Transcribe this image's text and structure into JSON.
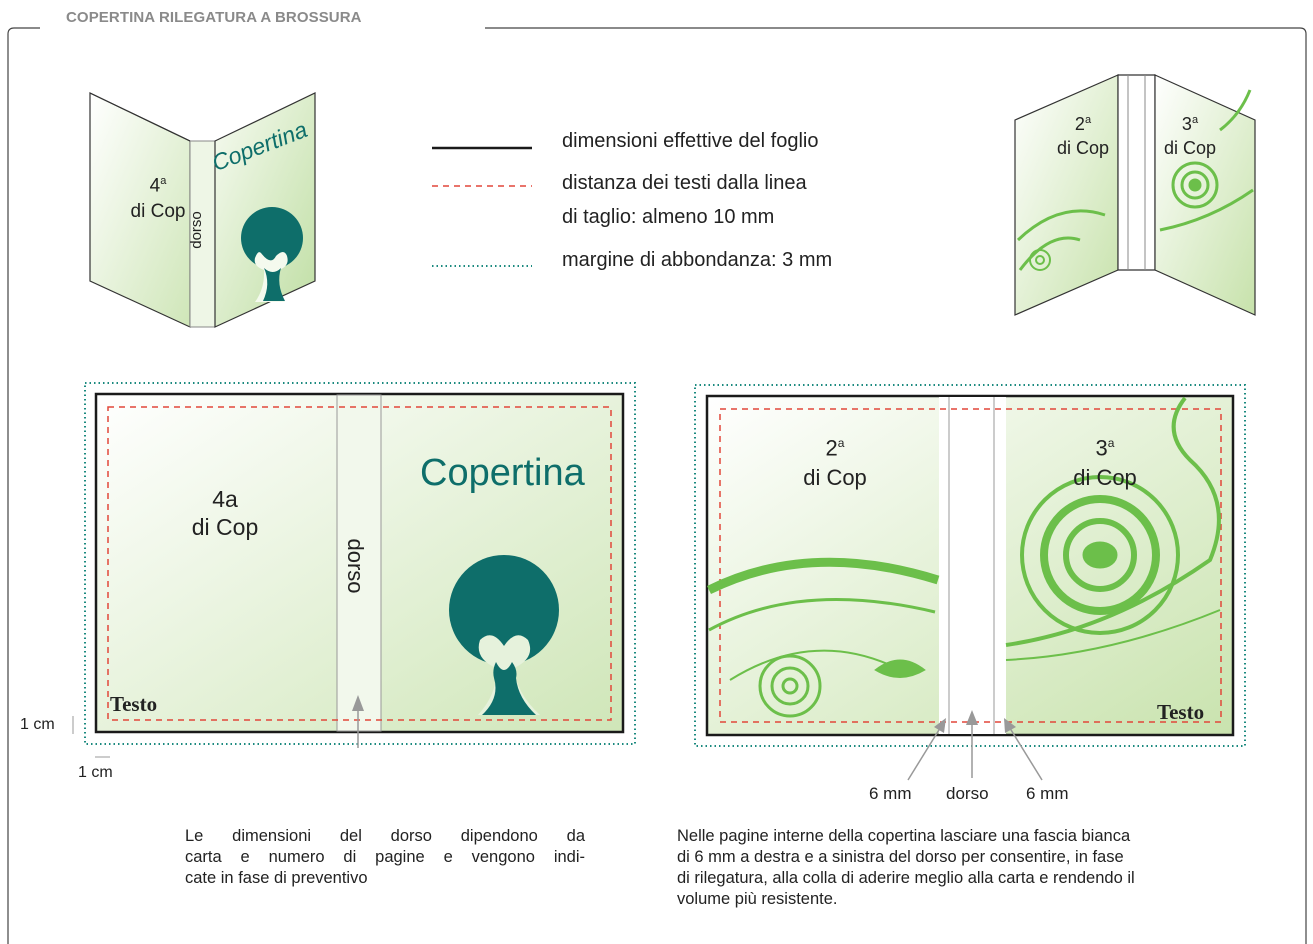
{
  "title": "COPERTINA RILEGATURA A BROSSURA",
  "legend": {
    "solid": "dimensioni effettive del foglio",
    "dashed_line1": "distanza dei testi dalla linea",
    "dashed_line2": "di taglio: almeno 10 mm",
    "dotted": "margine di abbondanza: 3 mm"
  },
  "small_cover": {
    "back_label_1": "4",
    "back_label_sup": "a",
    "back_label_2": "di Cop",
    "spine": "dorso",
    "front_title": "Copertina"
  },
  "small_inside": {
    "left_1": "2",
    "left_sup": "a",
    "left_2": "di Cop",
    "right_1": "3",
    "right_sup": "a",
    "right_2": "di Cop"
  },
  "flat_cover": {
    "back_label_1": "4a",
    "back_label_2": "di Cop",
    "spine": "dorso",
    "front_title": "Copertina",
    "text_label": "Testo",
    "margin_v": "1 cm",
    "margin_h": "1 cm"
  },
  "flat_inside": {
    "left_1": "2",
    "left_sup": "a",
    "left_2": "di Cop",
    "right_1": "3",
    "right_sup": "a",
    "right_2": "di Cop",
    "text_label": "Testo",
    "measure_left": "6 mm",
    "measure_center": "dorso",
    "measure_right": "6 mm"
  },
  "notes": {
    "spine": "Le dimensioni del dorso dipendono da carta e numero di pagine e vengono indi-cate in fase di preventivo",
    "spine_lines": [
      "Le dimensioni del dorso dipendono da",
      "carta e numero di pagine e vengono indi-",
      "cate in fase di preventivo"
    ],
    "inside_lines": [
      "Nelle pagine interne della copertina lasciare una fascia bianca",
      "di 6 mm a destra e a sinistra del dorso per consentire, in fase",
      "di rilegatura, alla colla di aderire meglio alla carta e rendendo il",
      "volume più resistente."
    ]
  },
  "colors": {
    "teal": "#0e6e6a",
    "green": "#6cbf4a",
    "red_dash": "#e2473a",
    "dotted": "#1b8a7f",
    "frame": "#555555"
  }
}
